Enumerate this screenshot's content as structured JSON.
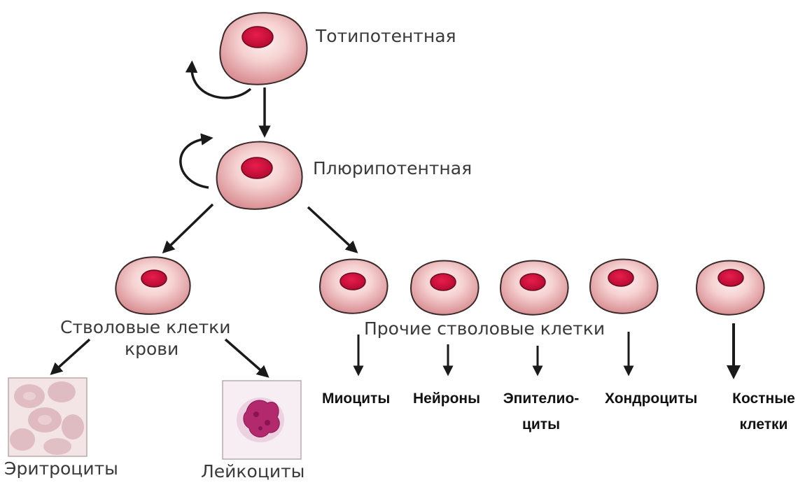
{
  "colors": {
    "cell_fill_center": "#fbe6e6",
    "cell_fill_edge": "#dc9a9c",
    "cell_outline": "#3a2a2a",
    "nucleus": "#cc0f3c",
    "nucleus_outline": "#6a0a1e",
    "arrow": "#1a1a1a",
    "erythrocyte_bg": "#f3e4e6",
    "erythrocyte_cell": "#dcb6bc",
    "leukocyte_bg": "#f7eef3",
    "leukocyte_nucleus": "#b3296e"
  },
  "labels": {
    "totipotent": "Тотипотентная",
    "pluripotent": "Плюрипотентная",
    "blood_stem_line1": "Стволовые клетки",
    "blood_stem_line2": "крови",
    "other_stem": "Прочие стволовые клетки",
    "erythrocytes": "Эритроциты",
    "leukocytes": "Лейкоциты",
    "myocytes": "Миоциты",
    "neurons": "Нейроны",
    "epitheliocytes_line1": "Эпителио-",
    "epitheliocytes_line2": "циты",
    "chondrocytes": "Хондроциты",
    "bone_cells_line1": "Костные",
    "bone_cells_line2": "клетки"
  }
}
